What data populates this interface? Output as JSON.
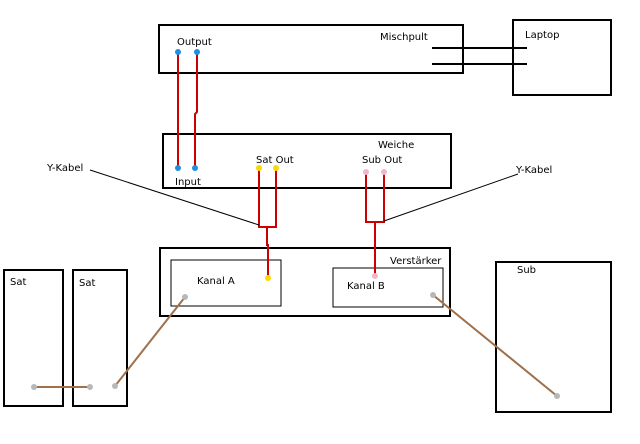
{
  "boxes": {
    "mixer": {
      "label": "Mischpult",
      "port_label": "Output"
    },
    "laptop": {
      "label": "Laptop"
    },
    "crossover": {
      "label": "Weiche",
      "input_label": "Input",
      "sat_out_label": "Sat Out",
      "sub_out_label": "Sub Out"
    },
    "amplifier": {
      "label": "Verstärker",
      "channel_a_label": "Kanal A",
      "channel_b_label": "Kanal B"
    },
    "sat_left": {
      "label": "Sat"
    },
    "sat_right": {
      "label": "Sat"
    },
    "sub": {
      "label": "Sub"
    }
  },
  "annotations": {
    "y_cable_left": "Y-Kabel",
    "y_cable_right": "Y-Kabel"
  },
  "colors": {
    "outline": "#000000",
    "audio_cable": "#cc0000",
    "speaker_cable": "#a0704a",
    "port_blue": "#1e90e0",
    "port_yellow": "#ffd700",
    "port_pink": "#f2b6c6",
    "port_grey": "#b8b8b8"
  }
}
